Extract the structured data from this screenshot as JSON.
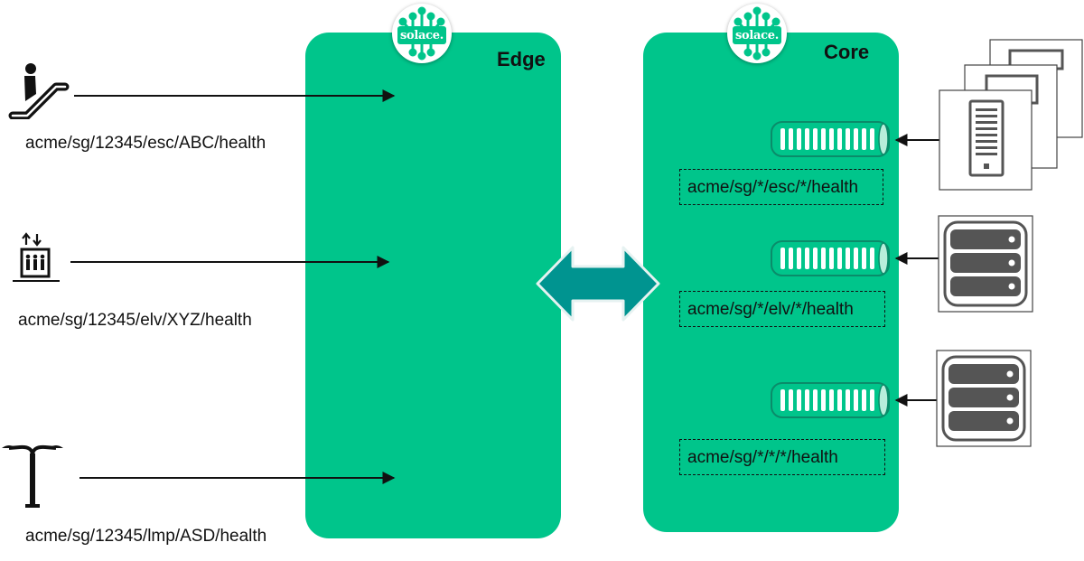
{
  "edge": {
    "title": "Edge",
    "logo_text": "solace."
  },
  "core": {
    "title": "Core",
    "logo_text": "solace."
  },
  "devices": [
    {
      "name": "escalator",
      "topic": "acme/sg/12345/esc/ABC/health"
    },
    {
      "name": "elevator",
      "topic": "acme/sg/12345/elv/XYZ/health"
    },
    {
      "name": "lamp",
      "topic": "acme/sg/12345/lmp/ASD/health"
    }
  ],
  "queues": [
    {
      "subscription": "acme/sg/*/esc/*/health",
      "consumer_icon": "tablet-stack-icon"
    },
    {
      "subscription": "acme/sg/*/elv/*/health",
      "consumer_icon": "server-icon"
    },
    {
      "subscription": "acme/sg/*/*/*/health",
      "consumer_icon": "server-icon"
    }
  ],
  "colors": {
    "panel": "#00c58b",
    "bridge": "#009490",
    "queue": "#00c58b"
  }
}
